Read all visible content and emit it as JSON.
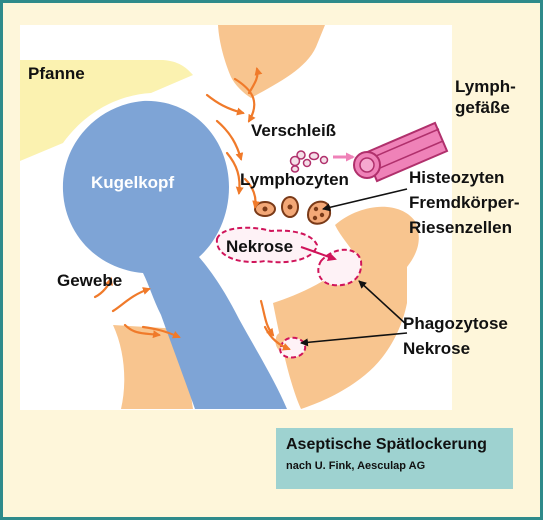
{
  "labels": {
    "pfanne": "Pfanne",
    "kugelkopf": "Kugelkopf",
    "verschleiss": "Verschleiß",
    "lymphozyten": "Lymphozyten",
    "lymph_line1": "Lymph-",
    "lymph_line2": "gefäße",
    "histeozyten_line1": "Histeozyten",
    "histeozyten_line2": "Fremdkörper-",
    "histeozyten_line3": "Riesenzellen",
    "nekrose": "Nekrose",
    "gewebe": "Gewebe",
    "phago_line1": "Phagozytose",
    "phago_line2": "Nekrose"
  },
  "legend": {
    "title": "Aseptische Spätlockerung",
    "subtitle": "nach U. Fink, Aesculap AG"
  },
  "colors": {
    "background": "#fef6da",
    "border": "#2e8a8a",
    "pfanne": "#fbf2b0",
    "bone": "#f8c58f",
    "kugelkopf": "#7ea4d6",
    "arrow_orange": "#f07a2a",
    "lymph_pink": "#ef82b8",
    "nekrose_magenta": "#d0145a",
    "legend_box": "#9ed2d0"
  }
}
